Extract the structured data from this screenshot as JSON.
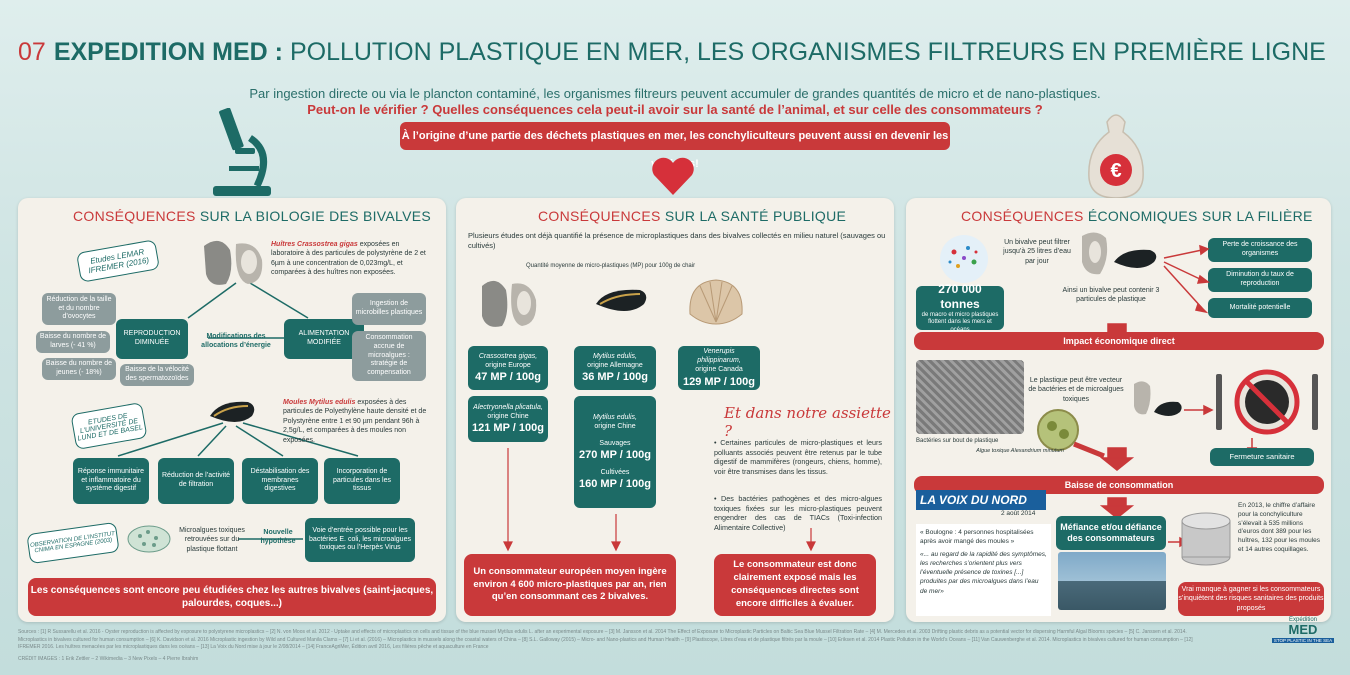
{
  "header": {
    "number": "07",
    "title_bold": "EXPEDITION MED :",
    "title_rest": " POLLUTION PLASTIQUE EN MER, LES ORGANISMES FILTREURS EN PREMIÈRE LIGNE",
    "intro": "Par ingestion directe ou via le plancton contaminé, les organismes filtreurs peuvent accumuler de grandes quantités de micro et de nano-plastiques.",
    "question": "Peut-on le vérifier ? Quelles conséquences cela peut-il avoir sur la santé de l’animal, et sur celle des consommateurs ?",
    "banner": "À l’origine d’une partie des déchets plastiques en mer, les conchyliculteurs peuvent aussi en devenir les victimes!"
  },
  "bio": {
    "title_red": "CONSÉQUENCES",
    "title_teal": " SUR LA BIOLOGIE DES BIVALVES",
    "study1": "Etudes LEMAR IFREMER (2016)",
    "oyster_species": "Huîtres Crassostrea gigas",
    "oyster_text": "exposées en laboratoire à des particules de polystyrène de 2 et 6µm à une concentration de 0,023mg/L, et comparées à des huîtres non exposées.",
    "repro": "REPRODUCTION DIMINUÉE",
    "alim": "ALIMENTATION MODIFIÉE",
    "modif": "Modifications des allocations d’énergie",
    "grey1": "Réduction de la taille et du nombre d’ovocytes",
    "grey2": "Baisse du nombre de larves (- 41 %)",
    "grey3": "Baisse du nombre de jeunes (- 18%)",
    "grey4": "Baisse de la vélocité des spermatozoïdes",
    "grey5": "Ingestion de microbilles plastiques",
    "grey6": "Consommation accrue de microalgues : stratégie de compensation",
    "study2": "ETUDES DE L’UNIVERSITÉ DE LUND ET DE BASEL",
    "mussel_species": "Moules Mytilus edulis",
    "mussel_text": "exposées à des particules de Polyethylène haute densité et de Polystyrène entre 1 et 90 µm pendant 96h à 2,5g/L, et comparées à des moules non exposées.",
    "box1": "Réponse immunitaire et inflammatoire du système digestif",
    "box2": "Réduction de l’activité de filtration",
    "box3": "Déstabilisation des membranes digestives",
    "box4": "Incorporation de particules dans les tissus",
    "study3": "OBSERVATION DE L’INSTITUT CNIMA EN ESPAGNE (2003)",
    "algae_text": "Microalgues toxiques retrouvées sur du plastique flottant",
    "new_hyp": "Nouvelle hypothèse",
    "entry_text": "Voie d’entrée possible pour les bactéries E. coli, les microalgues toxiques ou l’Herpès Virus",
    "footer": "Les conséquences sont encore peu étudiées chez les autres bivalves (saint-jacques, palourdes, coques...)"
  },
  "sante": {
    "title_red": "CONSÉQUENCES",
    "title_teal": " SUR LA SANTÉ PUBLIQUE",
    "intro": "Plusieurs études ont déjà quantifié la présence de microplastiques dans des bivalves collectés en milieu naturel (sauvages ou cultivés)",
    "qty_label": "Quantité moyenne de micro-plastiques (MP) pour 100g de chair",
    "c1_name": "Crassostrea gigas,",
    "c1_origin": "origine Europe",
    "c1_value": "47 MP / 100g",
    "c2_name": "Alectryonella plicatula,",
    "c2_origin": "origine Chine",
    "c2_value": "121 MP / 100g",
    "c3_name": "Mytilus edulis,",
    "c3_origin": "origine Allemagne",
    "c3_value": "36 MP / 100g",
    "c4_name": "Mytilus edulis,",
    "c4_origin": "origine Chine",
    "c4_wild": "Sauvages",
    "c4_wild_value": "270 MP / 100g",
    "c4_cult": "Cultivées",
    "c4_cult_value": "160 MP / 100g",
    "c5_name": "Venerupis philippinarum,",
    "c5_origin": "origine Canada",
    "c5_value": "129 MP / 100g",
    "plate_title": "Et dans notre assiette ?",
    "bullet1": "• Certaines particules de micro-plastiques et leurs polluants associés peuvent être retenus par le tube digestif de mammifères (rongeurs, chiens, homme), voir être transmises dans les tissus.",
    "bullet2": "• Des bactéries pathogènes et des micro-algues toxiques fixées sur les micro-plastiques peuvent engendrer des cas de TIACs (Toxi-infection Alimentaire Collective)",
    "footer_left": "Un consommateur européen moyen ingère environ 4 600 micro-plastiques par an, rien qu’en consommant ces 2 bivalves.",
    "footer_right": "Le consommateur est donc clairement exposé mais les conséquences directes sont encore difficiles à évaluer."
  },
  "eco": {
    "title_red": "CONSÉQUENCES",
    "title_teal": " ÉCONOMIQUES SUR LA FILIÈRE",
    "filter_text": "Un bivalve peut filtrer jusqu’à 25 litres d’eau par jour",
    "tons": "270 000 tonnes",
    "tons_sub": "de macro et micro plastiques flottent dans les mers et océans",
    "contain_text": "Ainsi un bivalve peut contenir 3 particules de plastique",
    "eff1": "Perte de croissance des organismes",
    "eff2": "Diminution du taux de reproduction",
    "eff3": "Mortalité potentielle",
    "impact": "Impact économique direct",
    "vector_text": "Le plastique peut être vecteur de bactéries et de microalgues toxiques",
    "bact_caption": "Bactéries sur bout de plastique",
    "algae_caption": "Algue toxique Alexandrium minutum",
    "closure": "Fermeture sanitaire",
    "drop": "Baisse de consommation",
    "paper": "LA VOIX DU NORD",
    "paper_date": "2 août 2014",
    "quote1": "« Boulogne : 4 personnes hospitalisées après avoir mangé des moules »",
    "quote2": "«... au regard de la rapidité des symptômes, les recherches s’orientent plus vers l’éventuelle présence de toxines [...] produites par des microalgues dans l’eau de mer»",
    "distrust": "Méfiance et/ou défiance des consommateurs",
    "turnover": "En 2013, le chiffre d’affaire pour la conchyliculture s’élevait à 535 millions d’euros dont 389 pour les huîtres, 132 pour les moules et 14 autres coquillages.",
    "footer": "Vrai manque à gagner si les consommateurs s’inquiètent des risques sanitaires des produits proposés"
  },
  "footer": {
    "sources": "Sources : [1] R Sussarellu et al. 2016 - Oyster reproduction is affected by exposure to polystyrene microplastics – [2] N. von Moos et al. 2012 - Uptake and effects of microplastics on cells and tissue of the blue mussel Mytilus edulis L. after an experimental exposure – [3] M. Jansson et al. 2014 The Effect of Exposure to Microplastic Particles on Baltic Sea Blue Mussel Filtration Rate – [4] M. Mercedes et al. 2003 Drifting plastic debris as a potential vector for dispersing Harmful Algal Blooms species – [5] C. Janssen et al. 2014. Microplastics in bivalves cultured for human consumption – [6] K. Davidson et al. 2016 Microplastic ingestion by Wild and Cultured Manila Clams – [7] Li et al. (2016) – Microplastics in mussels along the coastal waters of China – [8] S.L. Galloway (2015) – Micro- and Nano-plastics and Human Health – [9] Plastiscope, Litres d’eau et de plastique filtrés par la moule – [10] Eriksen et al. 2014 Plastic Pollution in the World’s Oceans – [11] Van Cauwenberghe et al. 2014. Microplastics in bivalves cultured for human consumption – [12] IFREMER 2016. Les huîtres menacées par les microplastiques dans les océans – [13] La Voix du Nord mise à jour le 2/08/2014 – [14] FranceAgriMer, Édition avril 2016, Les filières pêche et aquaculture en France",
    "credits": "CRÉDIT IMAGES : 1 Erik Zettler – 2 Wikimedia – 3 New Pixels – 4 Pierre Ibrahim",
    "logo_top": "Expédition",
    "logo_main": "MED",
    "logo_tag": "STOP PLASTIC IN THE SEA"
  }
}
